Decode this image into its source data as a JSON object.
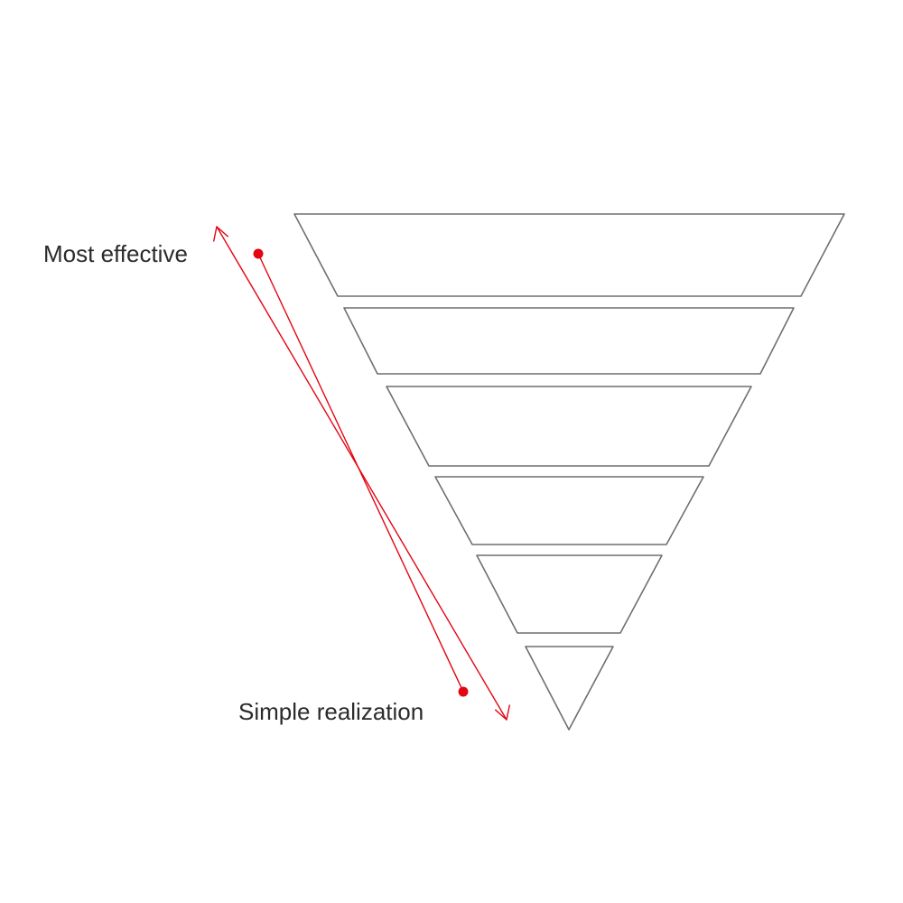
{
  "labels": {
    "top": "Most effective",
    "bottom": "Simple realization"
  },
  "colors": {
    "accent": "#e30613",
    "outline": "#6f6f6f",
    "text": "#2b2b2b",
    "background": "#ffffff"
  },
  "diagram": {
    "tier_count": 6
  }
}
